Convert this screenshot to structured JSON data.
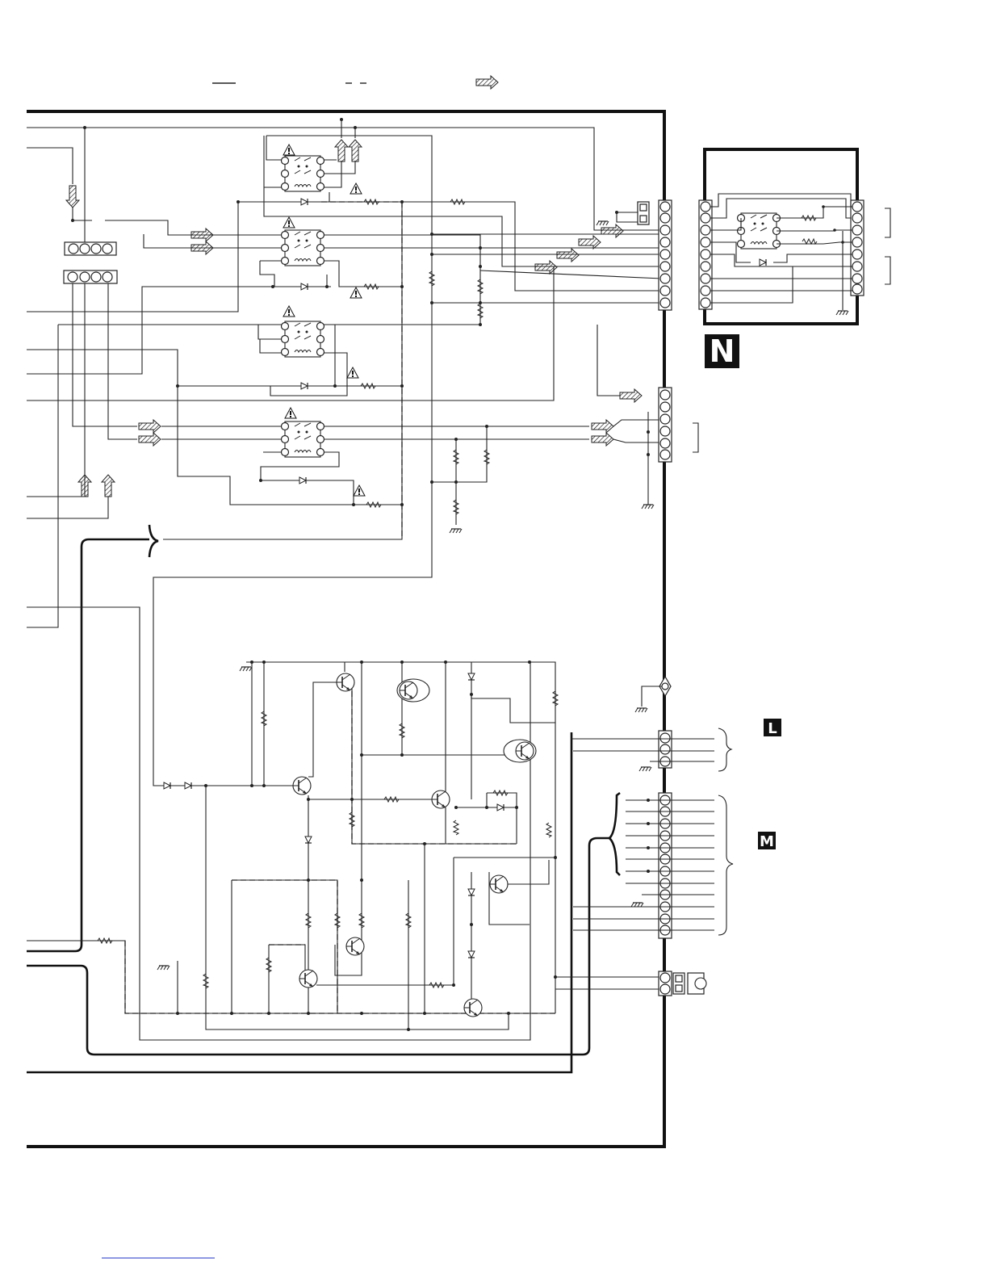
{
  "labels": {
    "n": "N",
    "l": "L",
    "m": "M"
  },
  "colors": {
    "ink": "#222222",
    "label_bg": "#111111",
    "link": "#4a5ad0"
  },
  "icons": {
    "warning": "warning-triangle-icon",
    "arrow": "signal-arrow-icon",
    "ground": "ground-icon"
  }
}
